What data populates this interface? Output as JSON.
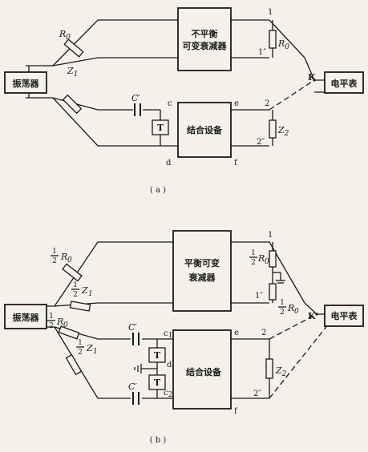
{
  "panel_a": {
    "caption": "( a )",
    "attenuator_line1": "不平衡",
    "attenuator_line2": "可变衰减器",
    "coupling_device": "结合设备",
    "oscillator": "振荡器",
    "level_meter": "电平表",
    "r0": "R",
    "r0_sub": "0",
    "z1": "Z",
    "z1_sub": "1",
    "z2": "Z",
    "z2_sub": "2",
    "cap": "C′",
    "transformer": "T",
    "switch": "K",
    "node_1": "1",
    "node_1pp": "1″",
    "node_2": "2",
    "node_2pp": "2″",
    "node_c": "c",
    "node_d": "d",
    "node_e": "e",
    "node_f": "f"
  },
  "panel_b": {
    "caption": "( b )",
    "attenuator_line1": "平衡可变",
    "attenuator_line2": "衰减器",
    "coupling_device": "结合设备",
    "oscillator": "振荡器",
    "level_meter": "电平表",
    "half_num": "1",
    "half_den": "2",
    "r0": "R",
    "r0_sub": "0",
    "z1": "Z",
    "z1_sub": "1",
    "z2": "Z",
    "z2_sub": "2",
    "cap": "C′",
    "transformer": "T",
    "switch": "K",
    "node_1": "1",
    "node_1pp": "1″",
    "node_2": "2",
    "node_2pp": "2″",
    "node_c1": "c",
    "node_c1_sub": "1",
    "node_c2": "c",
    "node_c2_sub": "2",
    "node_d": "d",
    "node_e": "e",
    "node_f": "f"
  }
}
